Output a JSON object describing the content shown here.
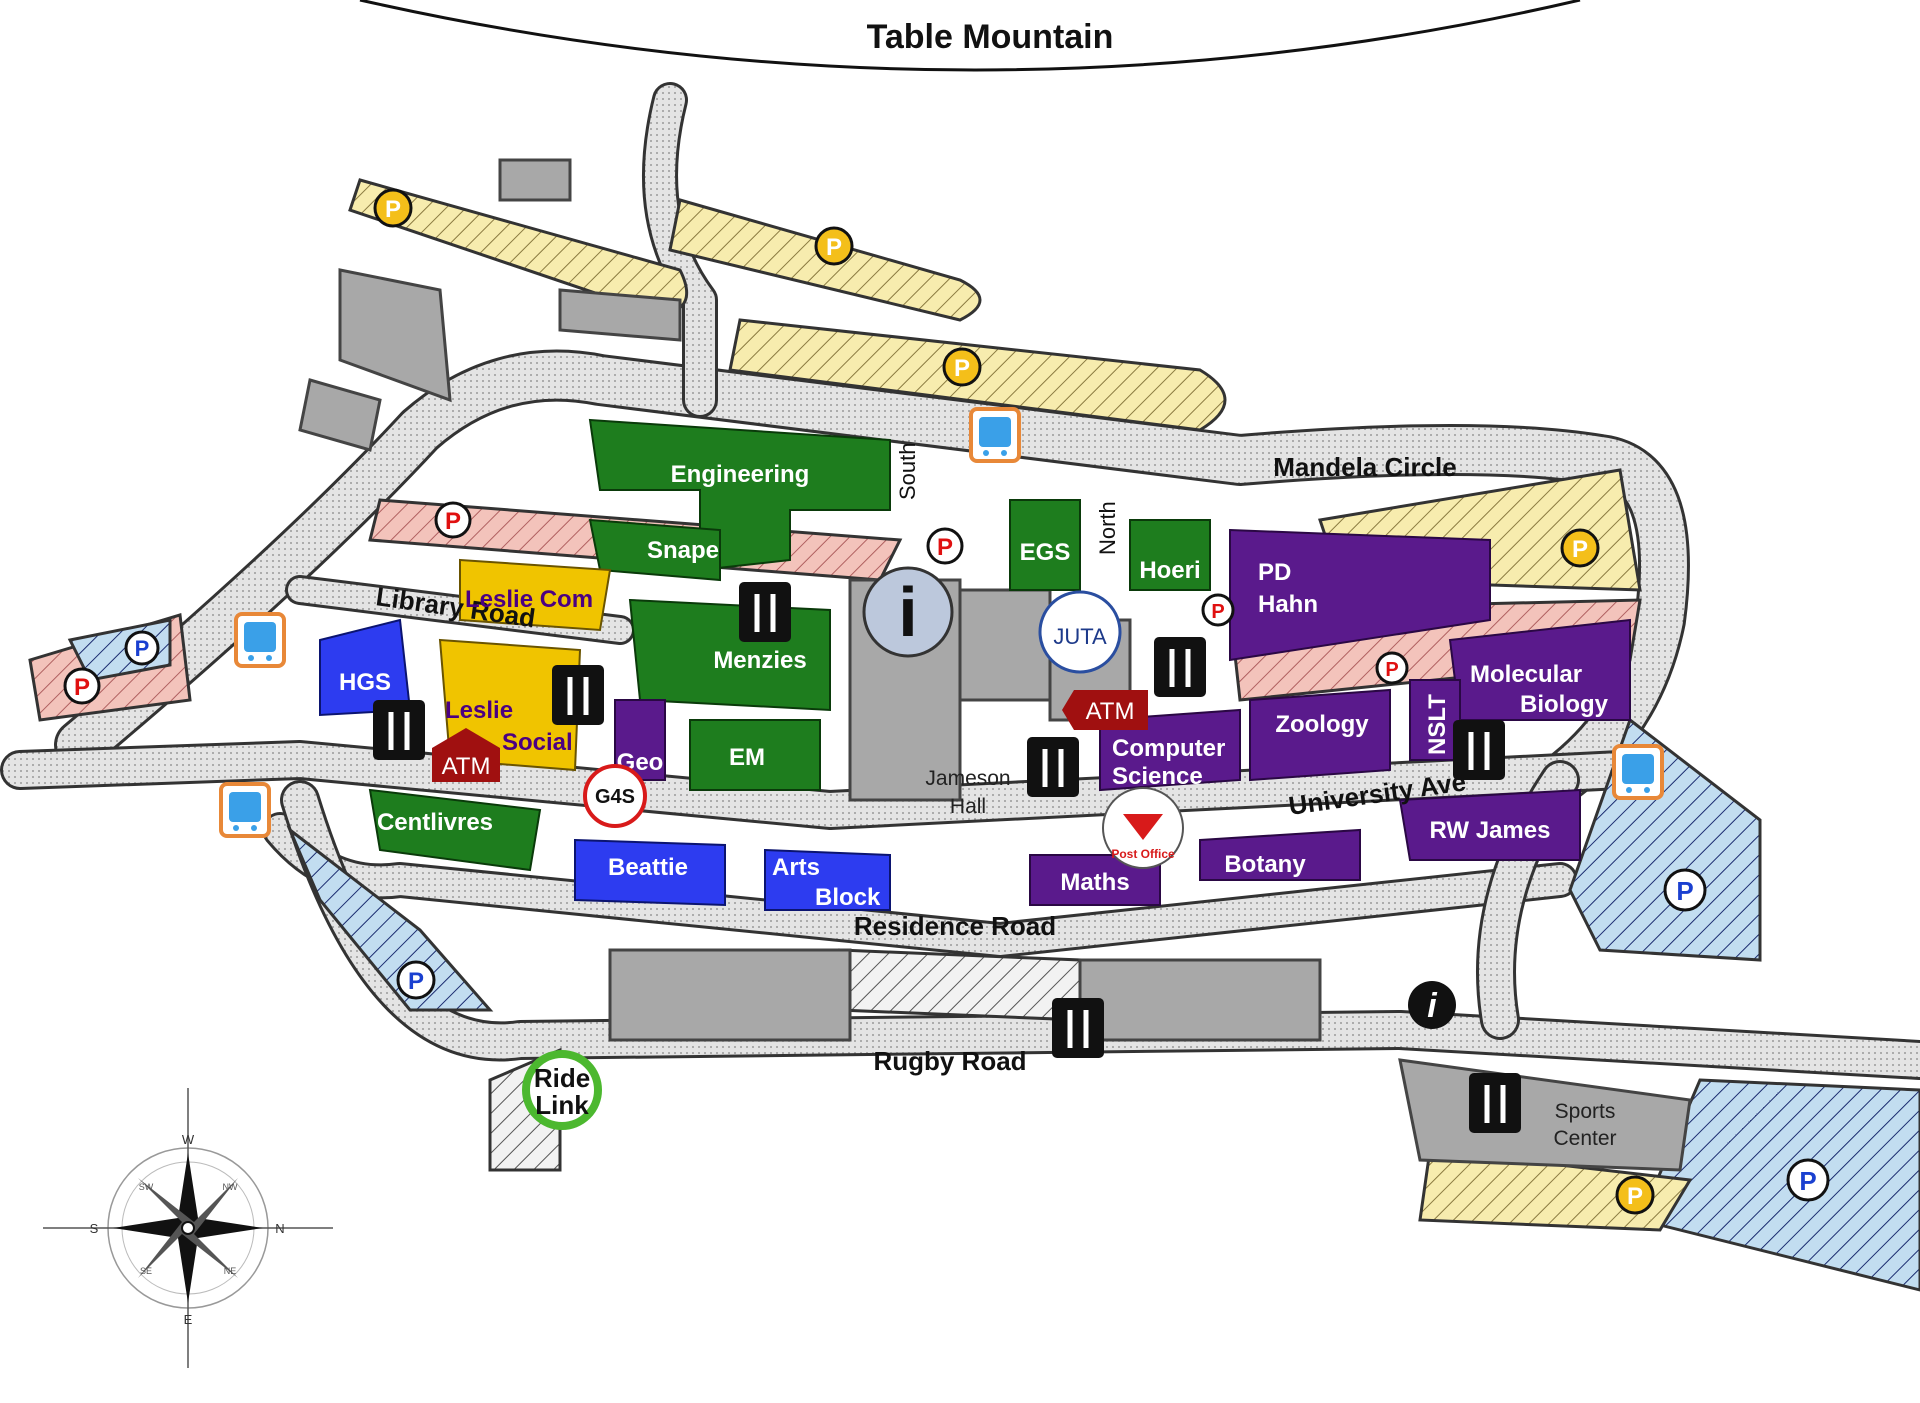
{
  "title": "Table Mountain",
  "roads": {
    "mandela_circle": "Mandela Circle",
    "library_road": "Library Road",
    "university_ave": "University Ave",
    "residence_road": "Residence Road",
    "rugby_road": "Rugby Road",
    "south": "South",
    "north": "North"
  },
  "buildings": {
    "engineering": "Engineering",
    "snape": "Snape",
    "menzies": "Menzies",
    "em": "EM",
    "egs": "EGS",
    "hoeri": "Hoeri",
    "pd_hahn_1": "PD",
    "pd_hahn_2": "Hahn",
    "leslie_com": "Leslie Com",
    "leslie_social_1": "Leslie",
    "leslie_social_2": "Social",
    "hgs": "HGS",
    "geo": "Geo",
    "centlivres": "Centlivres",
    "beattie": "Beattie",
    "arts_block_1": "Arts",
    "arts_block_2": "Block",
    "jameson_hall_1": "Jameson",
    "jameson_hall_2": "Hall",
    "molecular_biology_1": "Molecular",
    "molecular_biology_2": "Biology",
    "zoology": "Zoology",
    "nslt": "NSLT",
    "computer_science_1": "Computer",
    "computer_science_2": "Science",
    "maths": "Maths",
    "botany": "Botany",
    "rw_james": "RW James",
    "sports_center_1": "Sports",
    "sports_center_2": "Center"
  },
  "markers": {
    "parking": "P",
    "atm": "ATM",
    "info": "i",
    "juta": "JUTA",
    "post_office": "Post Office",
    "g4s": "G4S",
    "ride_link_1": "Ride",
    "ride_link_2": "Link"
  },
  "compass": {
    "n": "N",
    "s": "S",
    "e": "E",
    "w": "W",
    "ne": "NE",
    "nw": "NW",
    "se": "SE",
    "sw": "SW"
  },
  "colors": {
    "engineering_zone": "#1e7d1e",
    "commerce_zone": "#f0c400",
    "humanities_zone": "#2d3cf0",
    "science_zone": "#5a1a8c",
    "admin_zone": "#a8a8a8",
    "road": "#e2e2e2",
    "parking_red": "#f0b8b0",
    "parking_yellow": "#f6eaa0",
    "parking_blue": "#b8d8ee",
    "atm": "#a01010",
    "bus": "#e88838"
  }
}
